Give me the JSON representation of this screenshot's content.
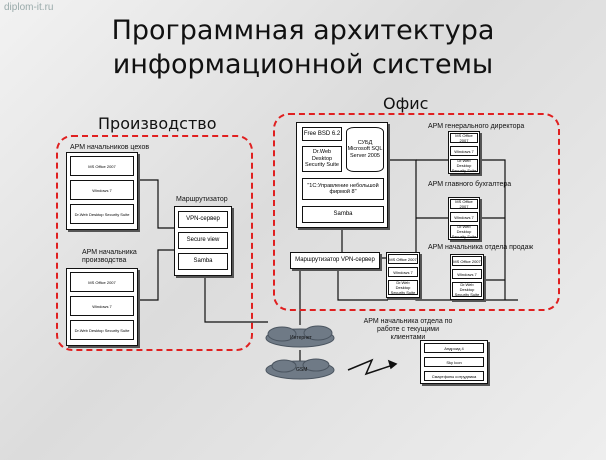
{
  "watermark": "diplom-it.ru",
  "title_line1": "Программная  архитектура",
  "title_line2": "информационной системы",
  "production": {
    "label": "Производство",
    "workshop_heads": "АРМ начальников цехов",
    "workshop_cards": [
      "MS Office 2007",
      "Windows 7",
      "Dr.Web Desktop Security Suite"
    ],
    "production_head": "АРМ начальника производства",
    "production_cards": [
      "MS Office 2007",
      "Windows 7",
      "Dr.Web Desktop Security Suite"
    ],
    "router_label": "Маршрутизатор",
    "router_items": [
      "VPN-сервер",
      "Secure view",
      "Samba"
    ]
  },
  "office": {
    "label": "Офис",
    "server_items": [
      "Free BSD 6.2",
      "Dr.Web Desktop Security Suite",
      "СУБД Microsoft SQL Server 2005",
      "\"1С:Управление небольшой фирмой 8\"",
      "Samba"
    ],
    "router_label": "Маршрутизатор VPN-сервер",
    "ceo": "АРМ генерального директора",
    "ceo_cards": [
      "MS Office 2007",
      "Windows 7",
      "Dr.Web Desktop Security Suite"
    ],
    "accountant": "АРМ главного бухгалтера",
    "accountant_cards": [
      "MS Office 2007",
      "Windows 7",
      "Dr.Web Desktop Security Suite"
    ],
    "sales_head": "АРМ начальника отдела продаж",
    "sales_cards": [
      "MS Office 2007",
      "Windows 7",
      "Dr.Web Desktop Security Suite"
    ],
    "mid_cards": [
      "MS Office 2007",
      "Windows 7",
      "Dr.Web Desktop Security Suite"
    ]
  },
  "network": {
    "internet": "Интернет",
    "gsm": "GSM"
  },
  "remote": {
    "label": "АРМ начальника отдела по работе с текущими клиентами",
    "items": [
      "Андроид 4",
      "Sky Icon",
      "Смартфоны сотрудника"
    ]
  }
}
